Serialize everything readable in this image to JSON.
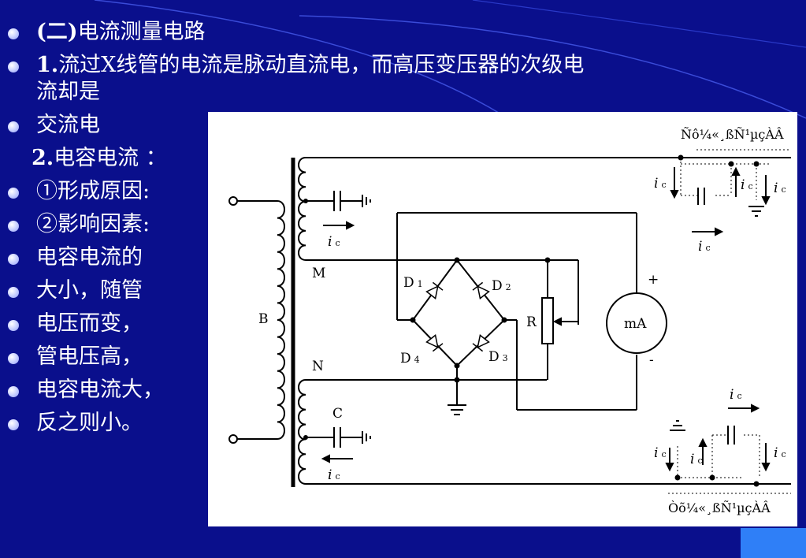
{
  "bullets": [
    {
      "prefix": "(二)",
      "text": "电流测量电路",
      "bold_prefix": true,
      "bullet": true
    },
    {
      "prefix": "1.",
      "text": "流过X线管的电流是脉动直流电，而高压变压器的次级电",
      "bold_prefix": true,
      "bullet": true
    },
    {
      "prefix": "",
      "text": "流却是",
      "bold_prefix": false,
      "bullet": false,
      "continuation": true
    },
    {
      "prefix": "",
      "text": "交流电",
      "bold_prefix": false,
      "bullet": true
    },
    {
      "prefix": "2.",
      "text": "电容电流 ：",
      "bold_prefix": true,
      "bullet": false
    },
    {
      "prefix": "",
      "text": "①形成原因:",
      "bold_prefix": false,
      "bullet": true
    },
    {
      "prefix": "",
      "text": "②影响因素:",
      "bold_prefix": false,
      "bullet": true
    },
    {
      "prefix": "",
      "text": "电容电流的",
      "bold_prefix": false,
      "bullet": true
    },
    {
      "prefix": "",
      "text": "大小，随管",
      "bold_prefix": false,
      "bullet": true
    },
    {
      "prefix": "",
      "text": "电压而变，",
      "bold_prefix": false,
      "bullet": true
    },
    {
      "prefix": "",
      "text": "管电压高，",
      "bold_prefix": false,
      "bullet": true
    },
    {
      "prefix": "",
      "text": "电容电流大，",
      "bold_prefix": false,
      "bullet": true
    },
    {
      "prefix": "",
      "text": "反之则小。",
      "bold_prefix": false,
      "bullet": true
    }
  ],
  "figure": {
    "top_garbled_label": "Ñô¼«¸ßÑ¹µçÀÂ",
    "bottom_garbled_label": "Òõ¼«¸ßÑ¹µçÀÂ",
    "transformer_label": "B",
    "node_M": "M",
    "node_N": "N",
    "cap_label": "C",
    "resistor_label": "R",
    "meter_label": "mA",
    "plus": "+",
    "minus": "-",
    "diode_labels": [
      "D",
      "D",
      "D",
      "D"
    ],
    "diode_subs": [
      "1",
      "2",
      "4",
      "3"
    ],
    "current_i": "i",
    "current_sub": "c"
  },
  "colors": {
    "background": "#0a0f8c",
    "text": "#ffffff",
    "figure_bg": "#ffffff",
    "corner_accent": "#2f7ff7"
  }
}
